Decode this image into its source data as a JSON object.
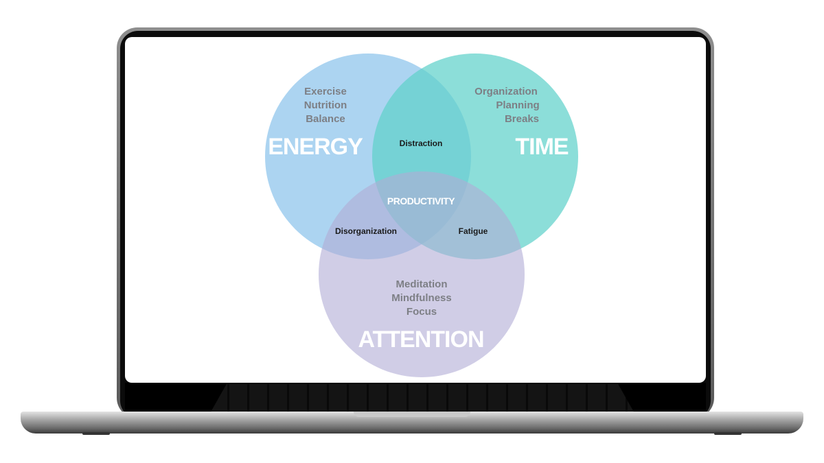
{
  "diagram": {
    "colors": {
      "energy": "#8cc4ec",
      "time": "#5fd1cb",
      "attention": "#b0acd6"
    },
    "circles": {
      "energy": {
        "title": "ENERGY",
        "items": [
          "Exercise",
          "Nutrition",
          "Balance"
        ]
      },
      "time": {
        "title": "TIME",
        "items": [
          "Organization",
          "Planning",
          "Breaks"
        ]
      },
      "attention": {
        "title": "ATTENTION",
        "items": [
          "Meditation",
          "Mindfulness",
          "Focus"
        ]
      }
    },
    "overlaps": {
      "energy_time": "Distraction",
      "energy_attention": "Disorganization",
      "time_attention": "Fatigue",
      "center": "PRODUCTIVITY"
    }
  }
}
